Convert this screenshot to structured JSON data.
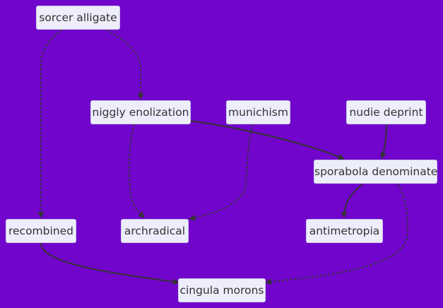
{
  "colors": {
    "background": "#7205cc",
    "node_fill": "#ededfc",
    "node_border": "#c9c9e8",
    "edge": "#333333"
  },
  "nodes": {
    "sorcer_alligate": "sorcer alligate",
    "niggly_enolization": "niggly enolization",
    "munichism": "munichism",
    "nudie_deprint": "nudie deprint",
    "sporabola_denominate": "sporabola denominate",
    "recombined": "recombined",
    "archradical": "archradical",
    "antimetropia": "antimetropia",
    "cingula_morons": "cingula morons"
  },
  "edges": [
    {
      "from": "sorcer_alligate",
      "to": "niggly_enolization",
      "style": "dotted"
    },
    {
      "from": "sorcer_alligate",
      "to": "recombined",
      "style": "dotted"
    },
    {
      "from": "niggly_enolization",
      "to": "archradical",
      "style": "dotted"
    },
    {
      "from": "niggly_enolization",
      "to": "sporabola_denominate",
      "style": "solid"
    },
    {
      "from": "munichism",
      "to": "archradical",
      "style": "dotted"
    },
    {
      "from": "nudie_deprint",
      "to": "sporabola_denominate",
      "style": "solid"
    },
    {
      "from": "sporabola_denominate",
      "to": "antimetropia",
      "style": "solid"
    },
    {
      "from": "sporabola_denominate",
      "to": "cingula_morons",
      "style": "dotted"
    },
    {
      "from": "recombined",
      "to": "cingula_morons",
      "style": "solid"
    }
  ]
}
